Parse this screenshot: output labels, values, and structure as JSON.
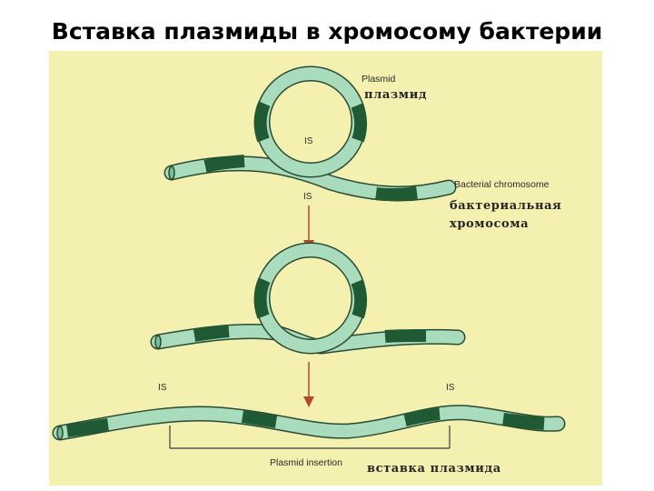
{
  "title": "Вставка плазмиды в хромосому бактерии",
  "colors": {
    "background": "#f4f0b0",
    "light_segment": "#a8dcbc",
    "dark_segment": "#1f5a34",
    "outline": "#2b4a33",
    "arrow": "#b04a2a"
  },
  "labels": {
    "plasmid_en": "Plasmid",
    "plasmid_ru": "плазмид",
    "chromosome_en": "Bacterial chromosome",
    "chromosome_ru_line1": "бактериальная",
    "chromosome_ru_line2": "хромосома",
    "is": "IS",
    "insertion_en": "Plasmid insertion",
    "insertion_ru": "вставка плазмида"
  }
}
